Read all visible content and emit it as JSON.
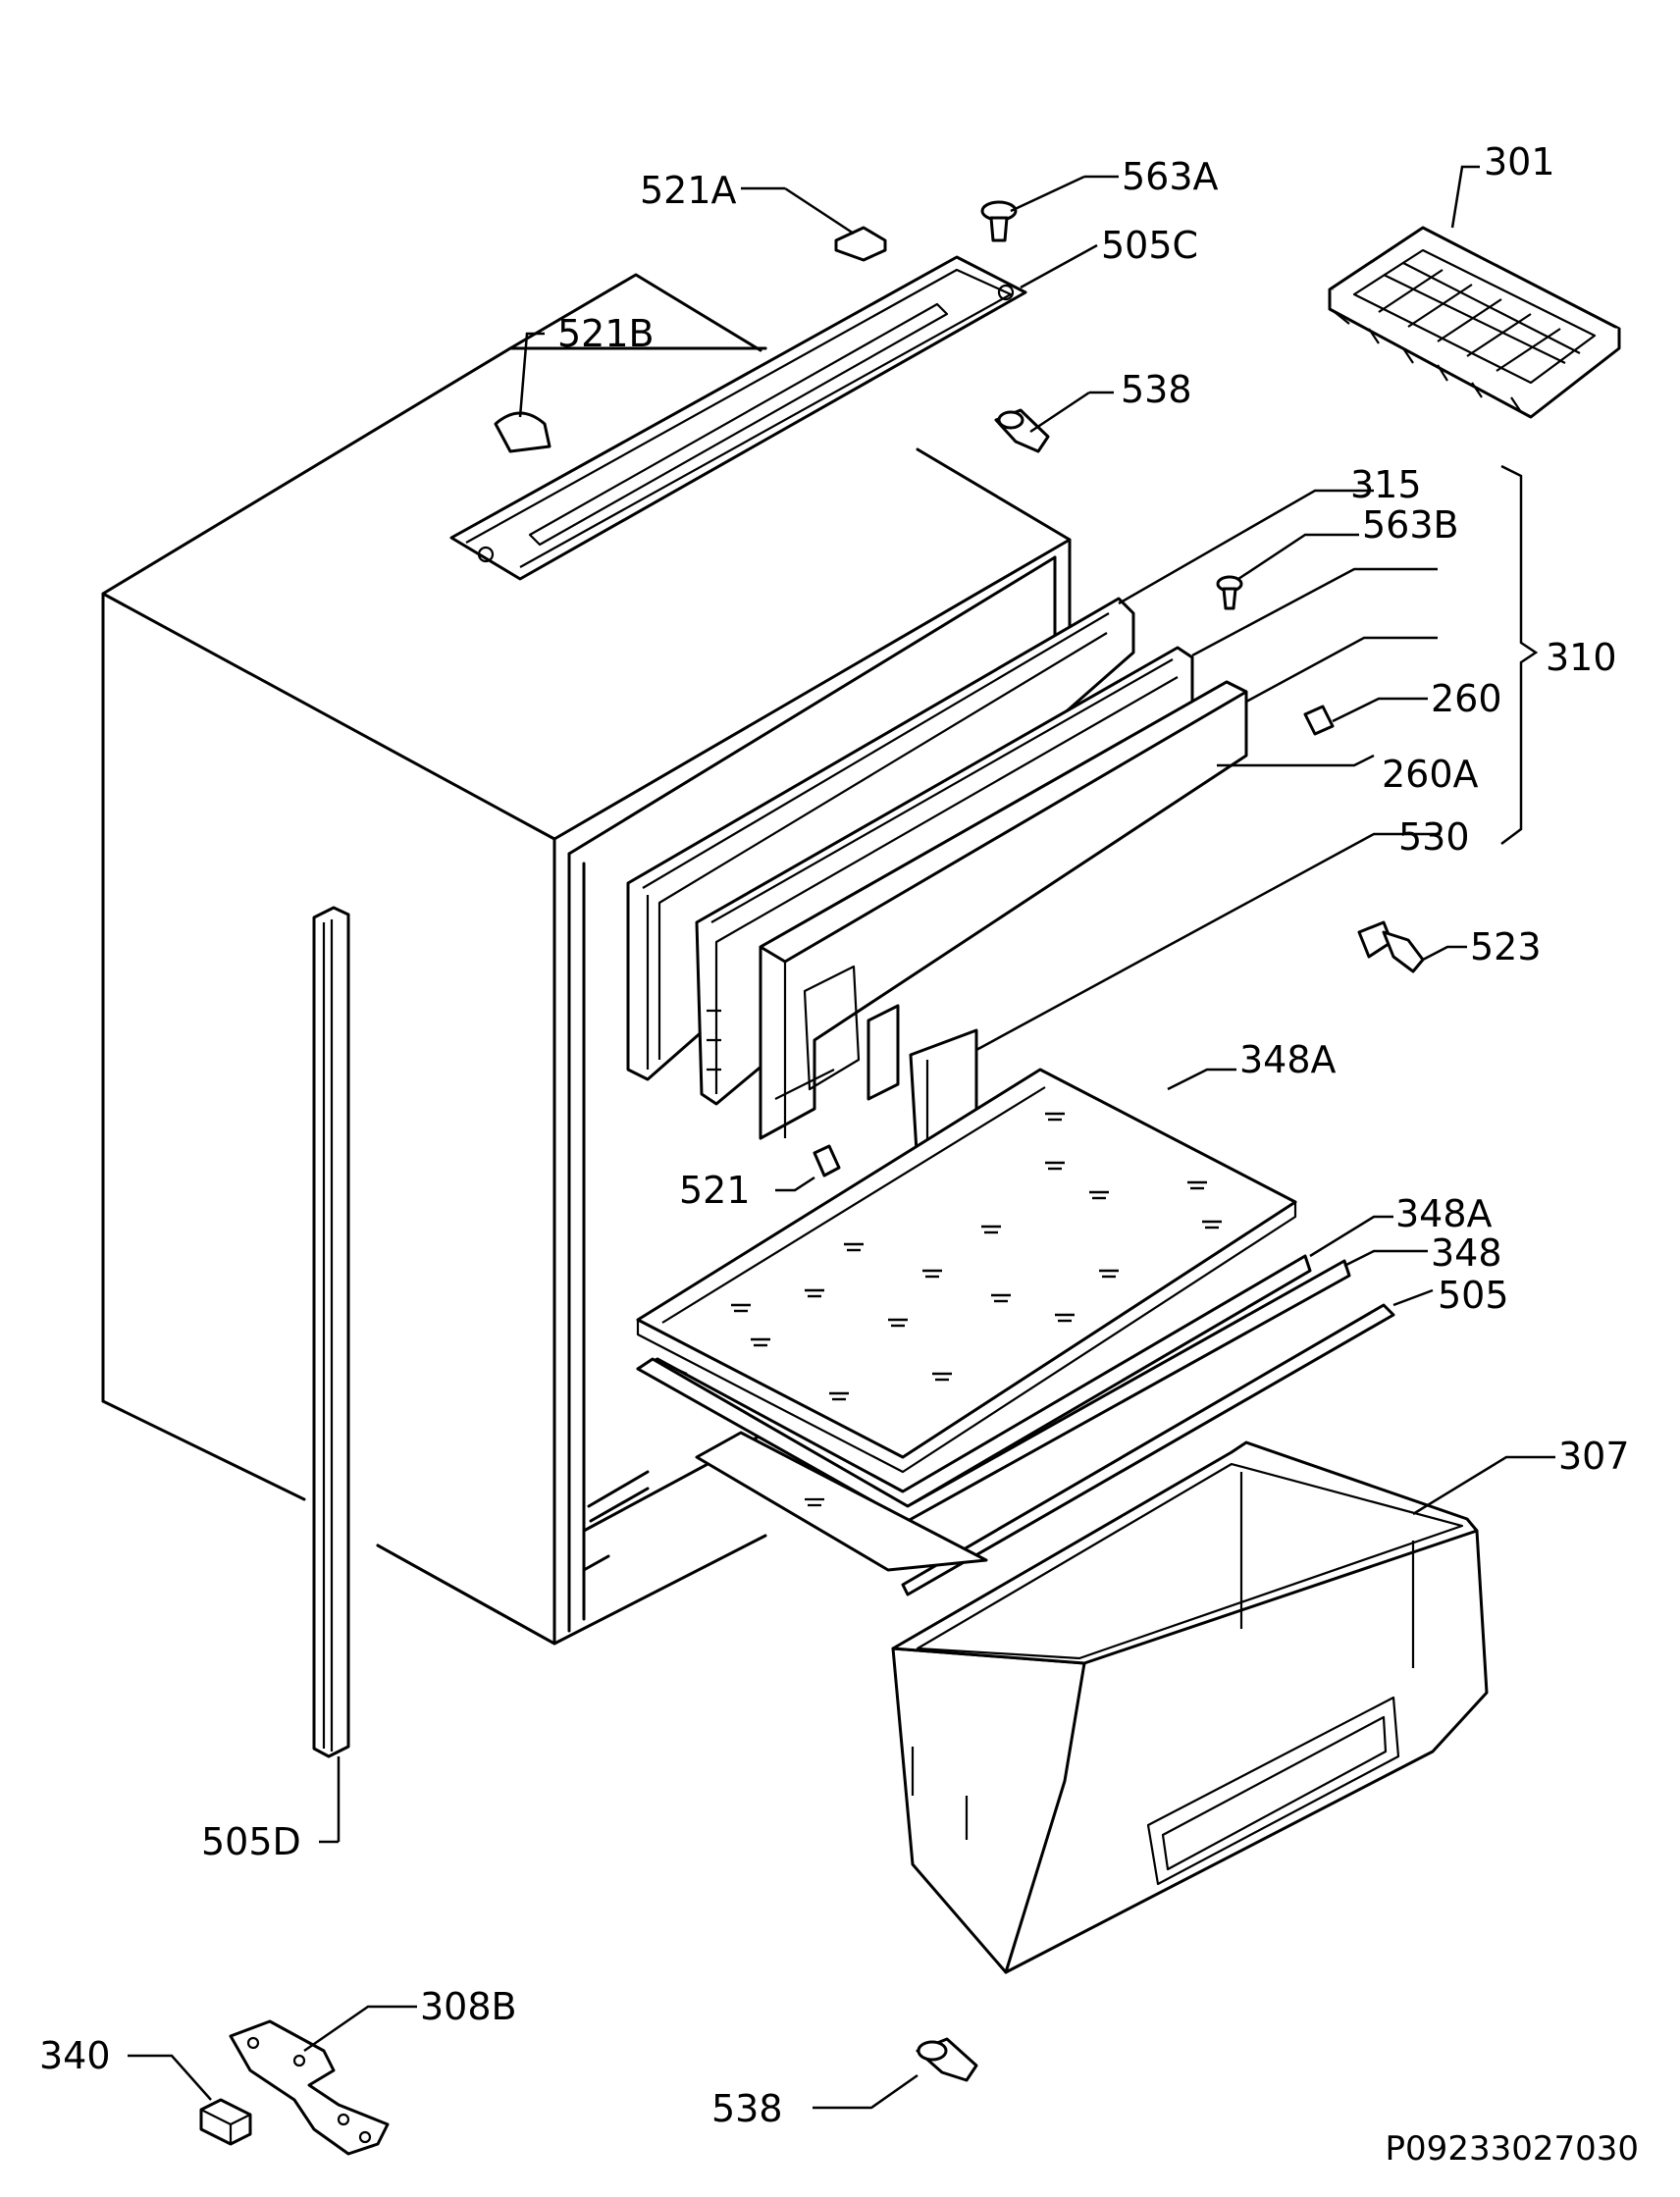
{
  "labels": [
    {
      "id": "521a",
      "text": "521A"
    },
    {
      "id": "563a",
      "text": "563A"
    },
    {
      "id": "505c",
      "text": "505C"
    },
    {
      "id": "521b",
      "text": "521B"
    },
    {
      "id": "538-top",
      "text": "538"
    },
    {
      "id": "301",
      "text": "301"
    },
    {
      "id": "315",
      "text": "315"
    },
    {
      "id": "563b",
      "text": "563B"
    },
    {
      "id": "310",
      "text": "310"
    },
    {
      "id": "260",
      "text": "260"
    },
    {
      "id": "260a",
      "text": "260A"
    },
    {
      "id": "530",
      "text": "530"
    },
    {
      "id": "523",
      "text": "523"
    },
    {
      "id": "348a-1",
      "text": "348A"
    },
    {
      "id": "521",
      "text": "521"
    },
    {
      "id": "348a-2",
      "text": "348A"
    },
    {
      "id": "348",
      "text": "348"
    },
    {
      "id": "505",
      "text": "505"
    },
    {
      "id": "307",
      "text": "307"
    },
    {
      "id": "505d",
      "text": "505D"
    },
    {
      "id": "308b",
      "text": "308B"
    },
    {
      "id": "340",
      "text": "340"
    },
    {
      "id": "538-bottom",
      "text": "538"
    }
  ],
  "drawing_code": "P09233027030"
}
